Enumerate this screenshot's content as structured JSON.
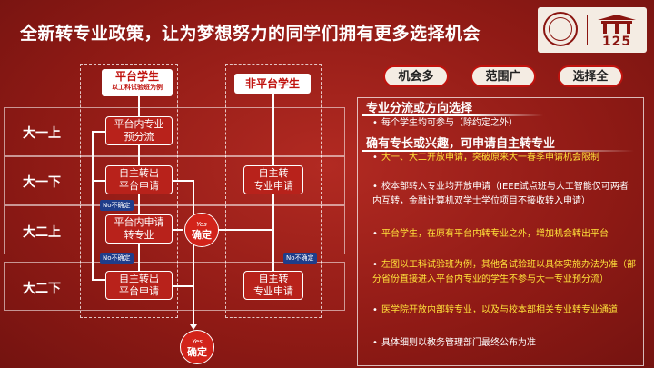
{
  "title": "全新转专业政策，让为梦想努力的同学们拥有更多选择机会",
  "logo": {
    "seal_label": "上海交通大学校徽",
    "number": "125"
  },
  "flow": {
    "platform_header": "平台学生",
    "platform_subheader": "以工科试验班为例",
    "nonplatform_header": "非平台学生",
    "rows": [
      "大一上",
      "大一下",
      "大二上",
      "大二下"
    ],
    "platform_nodes": [
      "平台内专业\n预分流",
      "自主转出\n平台申请",
      "平台内申请\n转专业",
      "自主转出\n平台申请"
    ],
    "nonplatform_nodes": [
      "自主转\n专业申请",
      "自主转\n专业申请"
    ],
    "tag_no": "No不确定",
    "yes_en": "Yes",
    "yes_cn": "确定"
  },
  "pills": [
    "机会多",
    "范围广",
    "选择全"
  ],
  "sections": [
    {
      "heading": "专业分流或方向选择",
      "bullets": [
        {
          "text": "每个学生均可参与（除约定之外）",
          "highlight": false
        }
      ]
    },
    {
      "heading": "确有专长或兴趣，可申请自主转专业",
      "bullets": [
        {
          "text": "大一、大二开放申请，突破原来大一春季申请机会限制",
          "highlight": true
        },
        {
          "text": "校本部转入专业均开放申请（IEEE试点班与人工智能仅可两者内互转，金融计算机双学士学位项目不接收转入申请）",
          "highlight": false
        },
        {
          "text": "平台学生，在原有平台内转专业之外，增加机会转出平台",
          "highlight": true
        },
        {
          "text": "左图以工科试验班为例，其他各试验班以具体实施办法为准（部分省份直接进入平台内专业的学生不参与大一专业预分流）",
          "highlight": true
        },
        {
          "text": "医学院开放内部转专业，以及与校本部相关专业转专业通道",
          "highlight": true
        },
        {
          "text": "具体细则以教务管理部门最终公布为准",
          "highlight": false
        }
      ]
    }
  ],
  "colors": {
    "background": "#9e1f18",
    "highlight": "#ffe23a",
    "tag": "#1f3d8a"
  }
}
